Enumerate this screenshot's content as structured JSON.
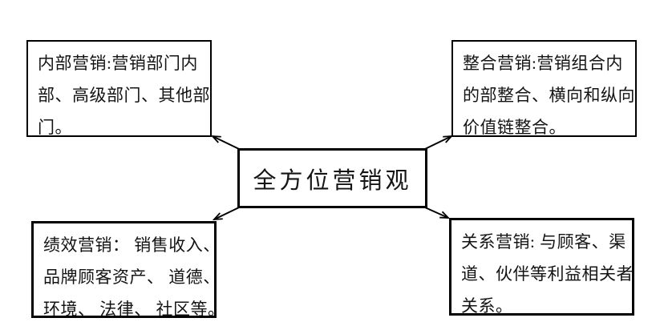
{
  "diagram": {
    "center": {
      "label": "全方位营销观"
    },
    "boxes": [
      {
        "name": "internal-marketing",
        "position": "top-left",
        "text": "内部营销:营销部门内部、高级部门、其他部门。",
        "lines": [
          "内部营销:营销部门内",
          "部、高级部门、其他部",
          "门。"
        ]
      },
      {
        "name": "integrated-marketing",
        "position": "top-right",
        "text": "整合营销:营销组合内的部整合、横向和纵向价值链整合。",
        "lines": [
          "整合营销:营销组合内",
          "的部整合、横向和纵向",
          "价值链整合。"
        ]
      },
      {
        "name": "performance-marketing",
        "position": "bottom-left",
        "text": "绩效营销：销售收入、品牌顾客资产、道德、环境、法律、社区等。",
        "lines": [
          "绩效营销： 销售收入、",
          "品牌顾客资产、 道德、",
          "环境、 法律、 社区等。"
        ]
      },
      {
        "name": "relationship-marketing",
        "position": "bottom-right",
        "text": "关系营销:与顾客、渠道、伙伴等利益相关者关系。",
        "lines": [
          "关系营销: 与顾客、渠",
          "道、伙伴等利益相关者",
          "关系。"
        ]
      }
    ],
    "colors": {
      "border": "#000000",
      "text": "#141414",
      "background": "#ffffff"
    }
  }
}
